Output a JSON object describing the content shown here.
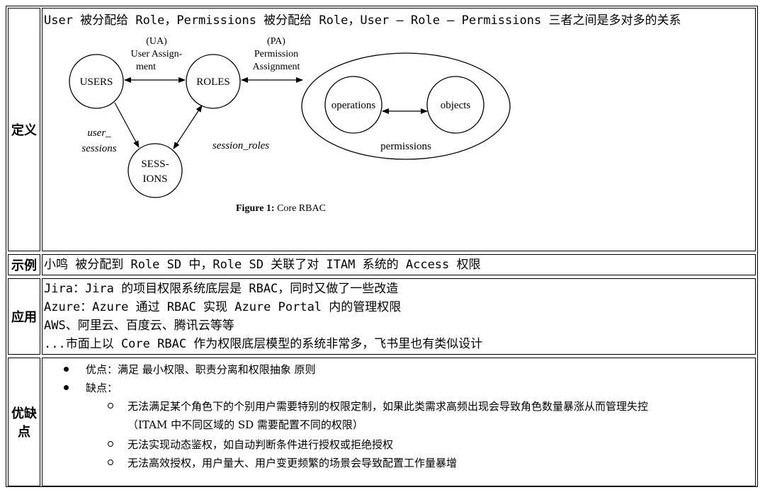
{
  "rows": {
    "definition": {
      "label": "定义",
      "text": "User 被分配给 Role，Permissions 被分配给 Role，User — Role — Permissions 三者之间是多对多的关系",
      "figure": {
        "users": "USERS",
        "roles": "ROLES",
        "sessions_line1": "SESS-",
        "sessions_line2": "IONS",
        "operations": "operations",
        "objects": "objects",
        "permissions": "permissions",
        "ua_line1": "(UA)",
        "ua_line2": "User Assign-",
        "ua_line3": "ment",
        "pa_line1": "(PA)",
        "pa_line2": "Permission",
        "pa_line3": "Assignment",
        "user_sessions_line1": "user_",
        "user_sessions_line2": "sessions",
        "session_roles": "session_roles",
        "caption_bold": "Figure 1:",
        "caption_rest": "Core RBAC"
      }
    },
    "example": {
      "label": "示例",
      "text": "小鸣 被分配到 Role SD 中，Role SD 关联了对 ITAM 系统的 Access 权限"
    },
    "application": {
      "label": "应用",
      "lines": [
        "Jira：Jira 的项目权限系统底层是 RBAC，同时又做了一些改造",
        "Azure：Azure 通过 RBAC 实现 Azure Portal 内的管理权限",
        "AWS、阿里云、百度云、腾讯云等等",
        "...市面上以 Core RBAC 作为权限底层模型的系统非常多，飞书里也有类似设计"
      ]
    },
    "pros_cons": {
      "label_line1": "优缺",
      "label_line2": "点",
      "pros": "优点：满足 最小权限、职责分离和权限抽象 原则",
      "cons": "缺点：",
      "cons_items": [
        "无法满足某个角色下的个别用户需要特别的权限定制，如果此类需求高频出现会导致角色数量暴涨从而管理失控",
        "（ITAM 中不同区域的 SD 需要配置不同的权限）",
        "无法实现动态鉴权，如自动判断条件进行授权或拒绝授权",
        "无法高效授权，用户量大、用户变更频繁的场景会导致配置工作量暴增"
      ]
    }
  }
}
